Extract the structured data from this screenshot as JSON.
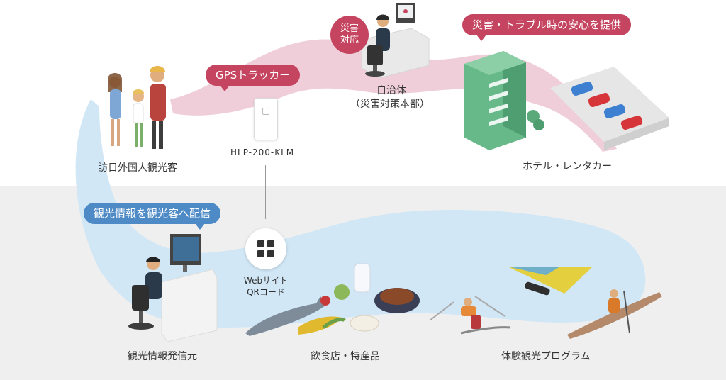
{
  "bubbles": {
    "gps_tracker": "GPSトラッカー",
    "disaster_support": "災害・トラブル時の安心を提供",
    "tourism_info": "観光情報を観光客へ配信"
  },
  "disaster_badge": [
    "災害",
    "対応"
  ],
  "labels": {
    "tourists": "訪日外国人観光客",
    "device_model": "HLP-200-KLM",
    "municipality": "自治体",
    "municipality_sub": "（災害対策本部）",
    "hotel_rental": "ホテル・レンタカー",
    "info_source": "観光情報発信元",
    "web_qr_line1": "Webサイト",
    "web_qr_line2": "QRコード",
    "food": "飲食店・特産品",
    "experience": "体験観光プログラム"
  },
  "colors": {
    "accent_red": "#c5445f",
    "accent_blue": "#4d8ac6",
    "flow_pink": "#edc9d6",
    "flow_blue": "#cfe6f6",
    "bottom_band": "#efefef"
  },
  "icons": [
    "qr-grid-icon"
  ]
}
